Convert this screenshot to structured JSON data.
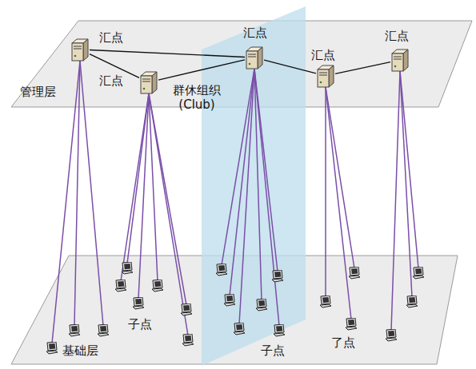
{
  "diagram": {
    "nodes": [
      {
        "text": [
          "汇点"
        ]
      },
      {
        "text": [
          "汇点"
        ]
      },
      {
        "text": [
          "汇点"
        ]
      },
      {
        "text": [
          "汇点"
        ]
      },
      {
        "text": [
          "汇点"
        ]
      }
    ],
    "edges": [
      {
        "from": 0,
        "to": 2,
        "arrow": "none"
      },
      {
        "from": 0,
        "to": 1,
        "arrow": "none"
      },
      {
        "from": 1,
        "to": 2,
        "arrow": "none"
      },
      {
        "from": 2,
        "to": 3,
        "arrow": "none"
      },
      {
        "from": 3,
        "to": 4,
        "arrow": "none"
      }
    ],
    "labels": [
      "管理层",
      "群休组织 (Club)",
      "子点",
      "基础层",
      "子点",
      "了点"
    ]
  }
}
